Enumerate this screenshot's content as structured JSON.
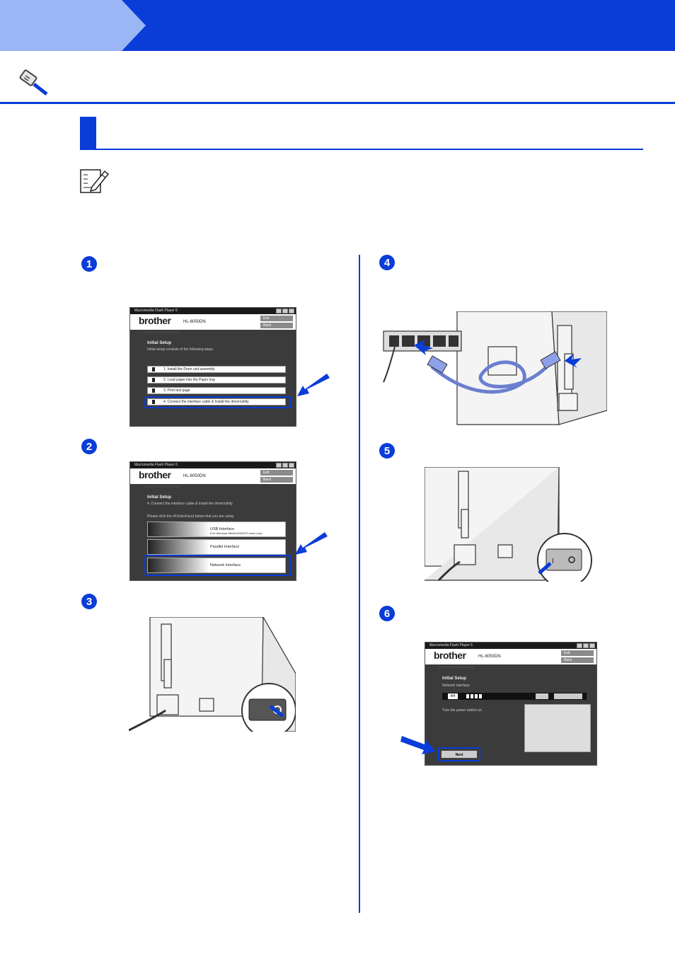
{
  "colors": {
    "accent": "#0a3cd8",
    "tab": "#9ab6f5",
    "screenDark": "#3b3b3b"
  },
  "icons": {
    "header": "network-cable-icon",
    "note": "note-pencil-icon",
    "step_arrow": "blue-arrow-icon"
  },
  "steps": [
    {
      "number": "1"
    },
    {
      "number": "2"
    },
    {
      "number": "3"
    },
    {
      "number": "4"
    },
    {
      "number": "5"
    },
    {
      "number": "6"
    }
  ],
  "shot1": {
    "titlebar": "Macromedia Flash Player 6",
    "logo": "brother",
    "model": "HL-6050DN",
    "breadcrumb": "Top Menu  >>  Initial Setup",
    "exit": "Exit",
    "back": "Back",
    "heading": "Initial Setup",
    "intro": "Initial setup consists of the following steps.",
    "items": [
      "1. Install the Drum unit assembly",
      "2. Load paper into the Paper tray",
      "3. Print test page",
      "4. Connect the interface cable & Install the driver/utility"
    ]
  },
  "shot2": {
    "titlebar": "Macromedia Flash Player 6",
    "logo": "brother",
    "model": "HL-6050DN",
    "breadcrumb": "Top Menu  >>  Initial Setup",
    "exit": "Exit",
    "back": "Back",
    "heading": "Initial Setup",
    "subheading": "4. Connect the interface cable & Install the driver/utility",
    "instruction": "Please click the #F(InterFace) below that you are using",
    "usb": "USB Interface",
    "usb_sub": "(For Windows 98/Me/2000/XP users one)",
    "parallel": "Parallel Interface",
    "network": "Network Interface"
  },
  "shot6": {
    "titlebar": "Macromedia Flash Player 6",
    "logo": "brother",
    "model": "HL-6050DN",
    "breadcrumb": "Top Menu  >>  Initial Setup",
    "exit": "Exit",
    "back": "Back",
    "heading": "Initial Setup",
    "subheading": "Network interface",
    "counter": "4/4",
    "message": "Turn the power switch on.",
    "next": "Next"
  }
}
